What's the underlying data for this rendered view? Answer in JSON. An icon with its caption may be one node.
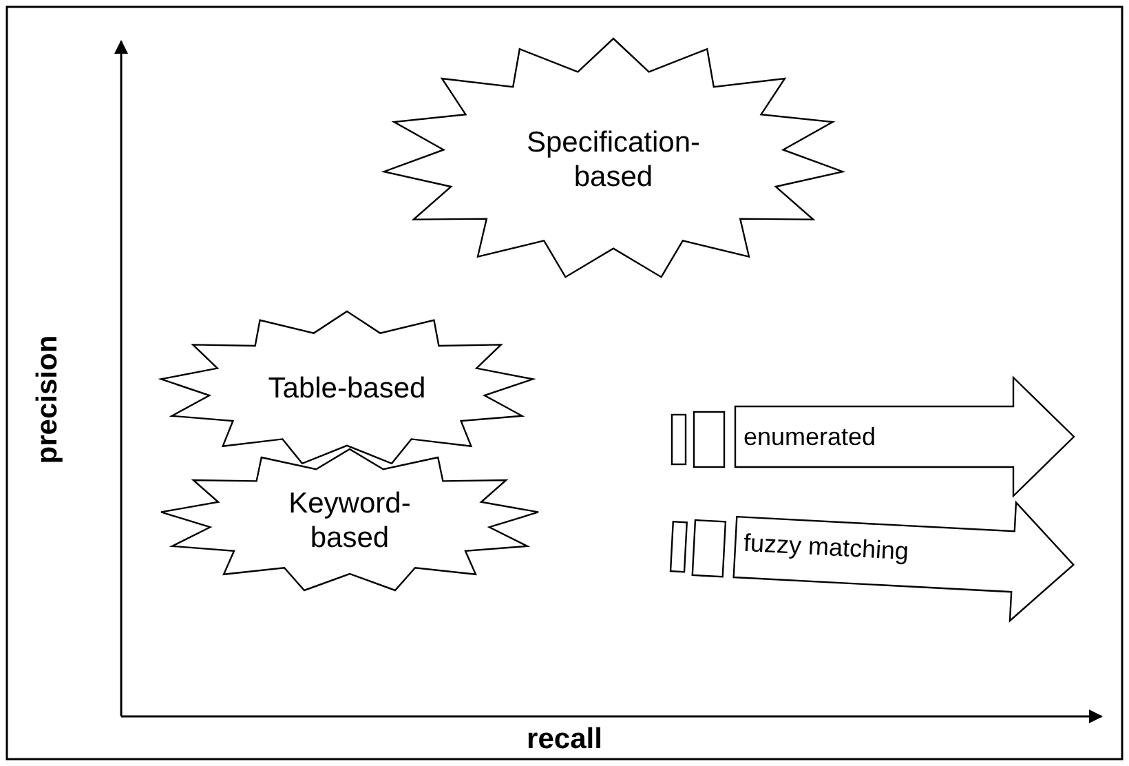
{
  "diagram": {
    "nodes": [
      {
        "text": [
          "Specification-based"
        ]
      },
      {
        "text": [
          "Table-based"
        ]
      },
      {
        "text": [
          "Keyword-based"
        ]
      },
      {
        "text": [
          "enumerated"
        ]
      },
      {
        "text": [
          "fuzzy matching"
        ]
      }
    ],
    "labels": [
      "precision",
      "recall"
    ]
  }
}
